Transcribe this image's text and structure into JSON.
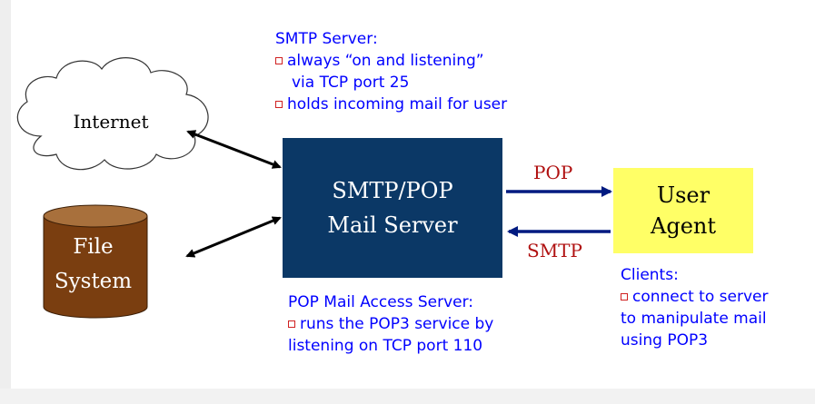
{
  "notes": {
    "smtp_server": {
      "title": "SMTP Server:",
      "bullets": [
        {
          "line1": "always “on and listening”",
          "line2": "via TCP port 25"
        },
        {
          "line1": "holds incoming mail for user"
        }
      ]
    },
    "pop_server": {
      "title": "POP Mail Access Server:",
      "line1": "runs the POP3 service by",
      "line2": "listening on TCP port 110"
    },
    "clients": {
      "title": "Clients:",
      "line1": "connect to server",
      "line2": "to manipulate mail",
      "line3": "using POP3"
    }
  },
  "nodes": {
    "internet": "Internet",
    "file_system": {
      "line1": "File",
      "line2": "System"
    },
    "mail_server": {
      "line1": "SMTP/POP",
      "line2": "Mail Server"
    },
    "user_agent": {
      "line1": "User",
      "line2": "Agent"
    }
  },
  "protocols": {
    "pop": "POP",
    "smtp": "SMTP"
  },
  "colors": {
    "server_fill": "#0b3866",
    "agent_fill": "#ffff66",
    "file_system_fill": "#7a3e10",
    "note_text": "#0000ff",
    "protocol_text": "#b01010",
    "arrow_blue": "#001a80"
  }
}
